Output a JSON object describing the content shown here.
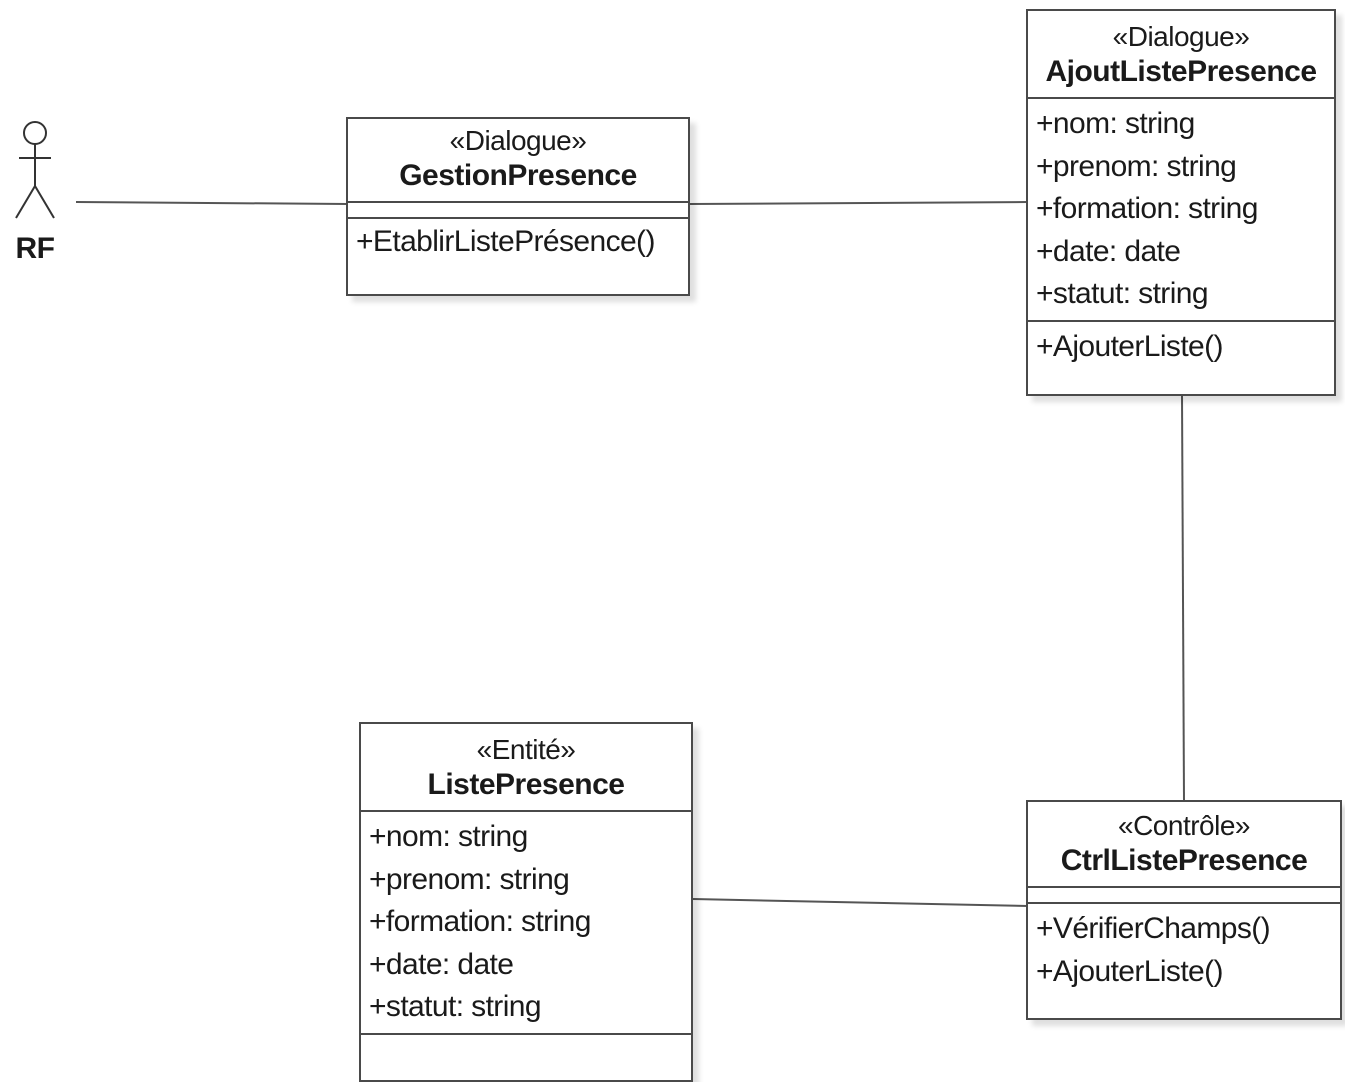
{
  "actor": {
    "label": "RF"
  },
  "classes": {
    "gestion": {
      "stereotype": "«Dialogue»",
      "name": "GestionPresence",
      "operations": [
        "+EtablirListePrésence()"
      ]
    },
    "ajout": {
      "stereotype": "«Dialogue»",
      "name": "AjoutListePresence",
      "attributes": [
        "+nom: string",
        "+prenom: string",
        "+formation: string",
        "+date: date",
        "+statut: string"
      ],
      "operations": [
        "+AjouterListe()"
      ]
    },
    "liste": {
      "stereotype": "«Entité»",
      "name": "ListePresence",
      "attributes": [
        "+nom: string",
        "+prenom: string",
        "+formation: string",
        "+date: date",
        "+statut: string"
      ]
    },
    "ctrl": {
      "stereotype": "«Contrôle»",
      "name": "CtrlListePresence",
      "operations": [
        "+VérifierChamps()",
        "+AjouterListe()"
      ]
    }
  }
}
